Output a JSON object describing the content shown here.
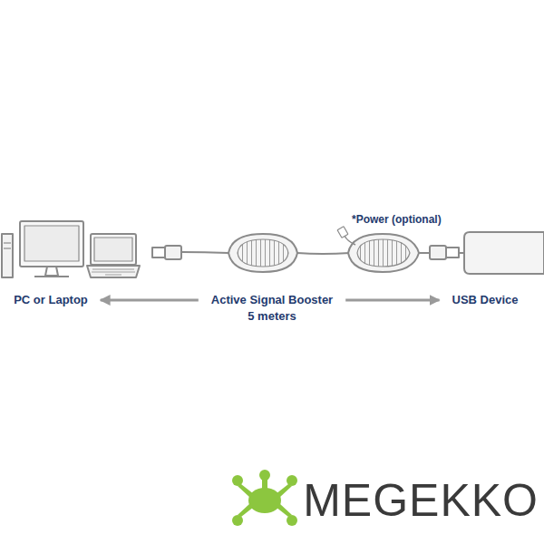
{
  "diagram": {
    "nodes": [
      {
        "text": [
          "PC or Laptop"
        ]
      },
      {
        "text": [
          "Active Signal Booster",
          "5 meters"
        ]
      },
      {
        "text": [
          "USB Device"
        ]
      }
    ],
    "edges": [
      {
        "from": 1,
        "to": 0,
        "arrow": "to"
      },
      {
        "from": 1,
        "to": 2,
        "arrow": "to"
      }
    ],
    "labels": [
      "*Power (optional)",
      "MEGEKKO"
    ]
  }
}
